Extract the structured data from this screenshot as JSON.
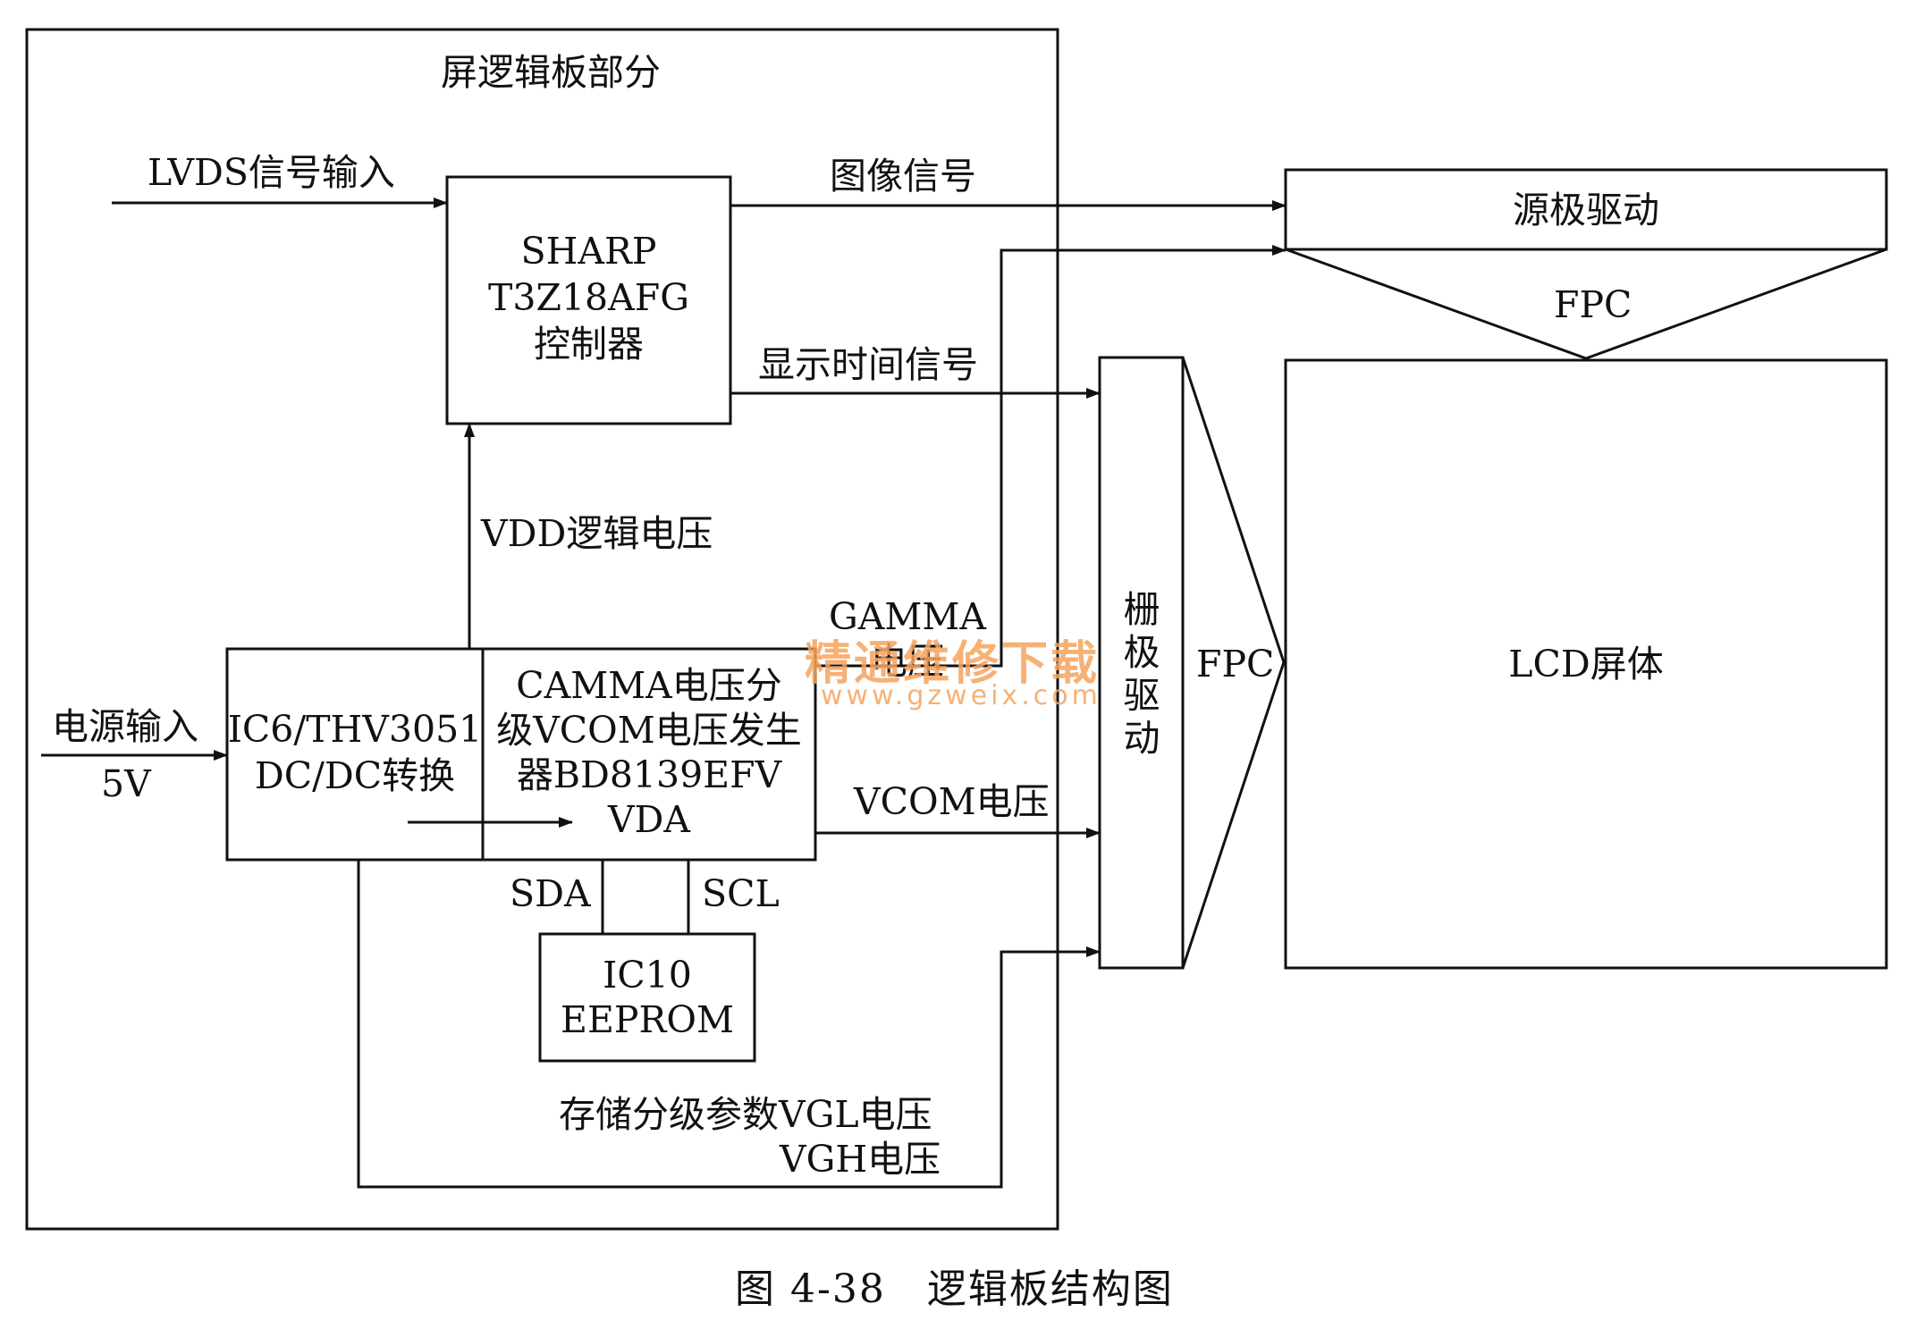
{
  "diagram": {
    "section_title": "屏逻辑板部分",
    "blocks": {
      "controller": [
        "SHARP",
        "T3Z18AFG",
        "控制器"
      ],
      "dcdc": [
        "IC6/THV3051",
        "DC/DC转换"
      ],
      "gamma_vcom_gen": [
        "CAMMA电压分",
        "级VCOM电压发生",
        "器BD8139EFV",
        "VDA"
      ],
      "eeprom": [
        "IC10",
        "EEPROM"
      ],
      "source_driver": "源极驱动",
      "gate_driver": "栅极驱动",
      "lcd_panel": "LCD屏体"
    },
    "signals": {
      "lvds_input": "LVDS信号输入",
      "image_signal": "图像信号",
      "display_timing": "显示时间信号",
      "vdd_logic": "VDD逻辑电压",
      "gamma_voltage": [
        "GAMMA",
        "电压"
      ],
      "power_input": "电源输入",
      "power_voltage": "5V",
      "vcom_voltage": "VCOM电压",
      "sda": "SDA",
      "scl": "SCL",
      "fpc_top": "FPC",
      "fpc_right": "FPC",
      "storage_vgl": "存储分级参数VGL电压",
      "vgh": "VGH电压"
    },
    "watermark": {
      "cn": "精通维修下载",
      "url": "www.gzweix.com"
    },
    "caption": "图 4-38　逻辑板结构图",
    "colors": {
      "line": "#111111",
      "watermark": "#f5a45d"
    }
  }
}
